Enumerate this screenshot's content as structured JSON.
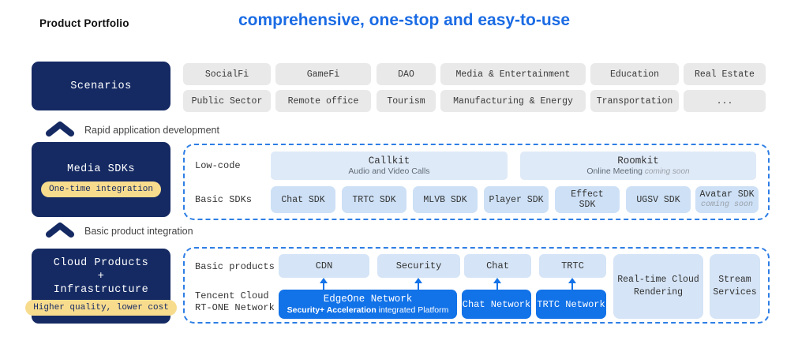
{
  "header": {
    "title": "Product Portfolio",
    "headline": "comprehensive, one-stop and easy-to-use"
  },
  "colors": {
    "navy": "#152a63",
    "bright_blue": "#1272e8",
    "headline_blue": "#1a6be4",
    "dashed_border": "#2e7ee5",
    "sdk_pill": "#cde0f6",
    "kit_box": "#dfeaf8",
    "product_pill": "#d5e4f6",
    "scenario_pill": "#e9e9e9",
    "badge_yellow": "#f8dc8e"
  },
  "scenarios": {
    "label": "Scenarios",
    "row1": [
      "SocialFi",
      "GameFi",
      "DAO",
      "Media & Entertainment",
      "Education",
      "Real Estate"
    ],
    "row2": [
      "Public Sector",
      "Remote office",
      "Tourism",
      "Manufacturing & Energy",
      "Transportation",
      "..."
    ]
  },
  "connectors": {
    "rapid": {
      "label": "Rapid application development"
    },
    "basic": {
      "label": "Basic product integration"
    }
  },
  "media_sdks": {
    "label": "Media SDKs",
    "badge": "One-time integration",
    "low_code": {
      "label": "Low-code",
      "callkit": {
        "title": "Callkit",
        "subtitle": "Audio and Video Calls"
      },
      "roomkit": {
        "title": "Roomkit",
        "subtitle": "Online Meeting",
        "note": "coming soon"
      }
    },
    "basic_sdks": {
      "label": "Basic SDKs",
      "items": [
        "Chat SDK",
        "TRTC SDK",
        "MLVB SDK",
        "Player SDK",
        "Effect SDK",
        "UGSV SDK",
        "Avatar SDK"
      ],
      "avatar_note": "coming soon"
    }
  },
  "cloud": {
    "label_lines": [
      "Cloud Products",
      "+",
      "Infrastructure"
    ],
    "badge": "Higher quality, lower cost",
    "basic_products": {
      "label": "Basic products",
      "items": [
        "CDN",
        "Security",
        "Chat",
        "TRTC"
      ]
    },
    "network": {
      "label_line1": "Tencent Cloud",
      "label_line2": "RT-ONE Network",
      "edgeone": {
        "title": "EdgeOne Network",
        "subtitle_bold": "Security+ Acceleration",
        "subtitle_rest": " integrated Platform"
      },
      "chat": "Chat Network",
      "trtc": "TRTC Network"
    },
    "side_boxes": {
      "rendering_line1": "Real-time Cloud",
      "rendering_line2": "Rendering",
      "stream_line1": "Stream",
      "stream_line2": "Services"
    }
  }
}
